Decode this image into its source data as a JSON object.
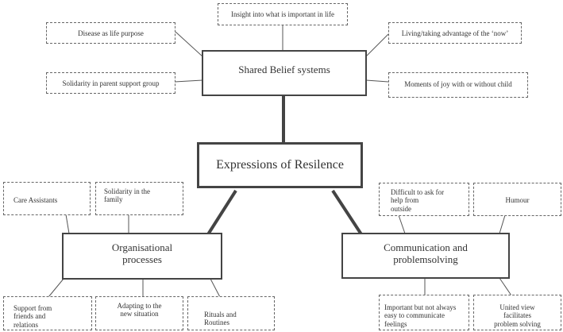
{
  "diagram": {
    "center": "Expressions of Resilence",
    "hubs": {
      "belief": "Shared Belief systems",
      "organisational": "Organisational\nprocesses",
      "communication": "Communication and\nproblemsolving"
    },
    "belief_items": {
      "insight": "Insight into what is important in life",
      "disease": "Disease as life purpose",
      "now": "Living/taking advantage of the ‘now’",
      "solidarity_group": "Solidarity in parent support group",
      "joy": "Moments of joy with or without child"
    },
    "organisational_items": {
      "care": "Care Assistants",
      "family": "Solidarity in the\nfamily",
      "support": "Support from\nfriends and\nrelations",
      "adapting": "Adapting to the\nnew situation",
      "rituals": "Rituals and\nRoutines"
    },
    "communication_items": {
      "difficult": "Difficult to ask for\nhelp from\noutside",
      "humour": "Humour",
      "important": "Important but not always\neasy to communicate\nfeelings",
      "united": "United view\nfacilitates\nproblem solving"
    }
  }
}
